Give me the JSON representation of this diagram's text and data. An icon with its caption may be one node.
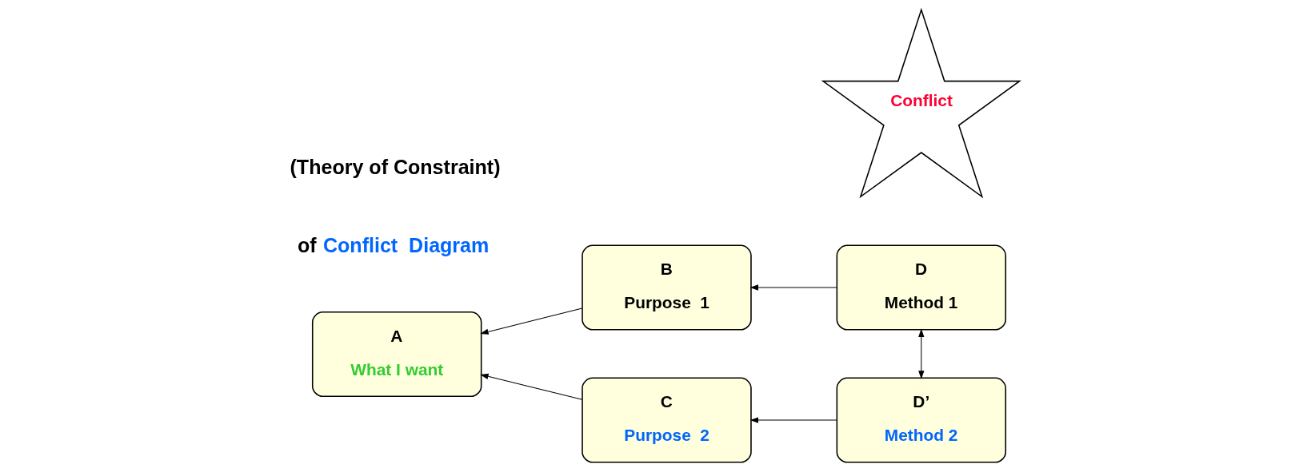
{
  "diagram": {
    "nodes": [
      {
        "text": [
          "A",
          "What I want"
        ]
      },
      {
        "text": [
          "B",
          "Purpose  1"
        ]
      },
      {
        "text": [
          "C",
          "Purpose  2"
        ]
      },
      {
        "text": [
          "D",
          "Method 1"
        ]
      },
      {
        "text": [
          "D’",
          "Method 2"
        ]
      },
      {
        "text": [
          "Conflict"
        ]
      }
    ],
    "edges": [
      {
        "from": 1,
        "to": 0,
        "arrow": "to"
      },
      {
        "from": 2,
        "to": 0,
        "arrow": "to"
      },
      {
        "from": 3,
        "to": 1,
        "arrow": "to"
      },
      {
        "from": 4,
        "to": 2,
        "arrow": "to"
      },
      {
        "from": 3,
        "to": 4,
        "arrow": "both"
      }
    ],
    "labels": [
      "of  Conflict  Diagram",
      "(Theory of Constraint)"
    ]
  }
}
